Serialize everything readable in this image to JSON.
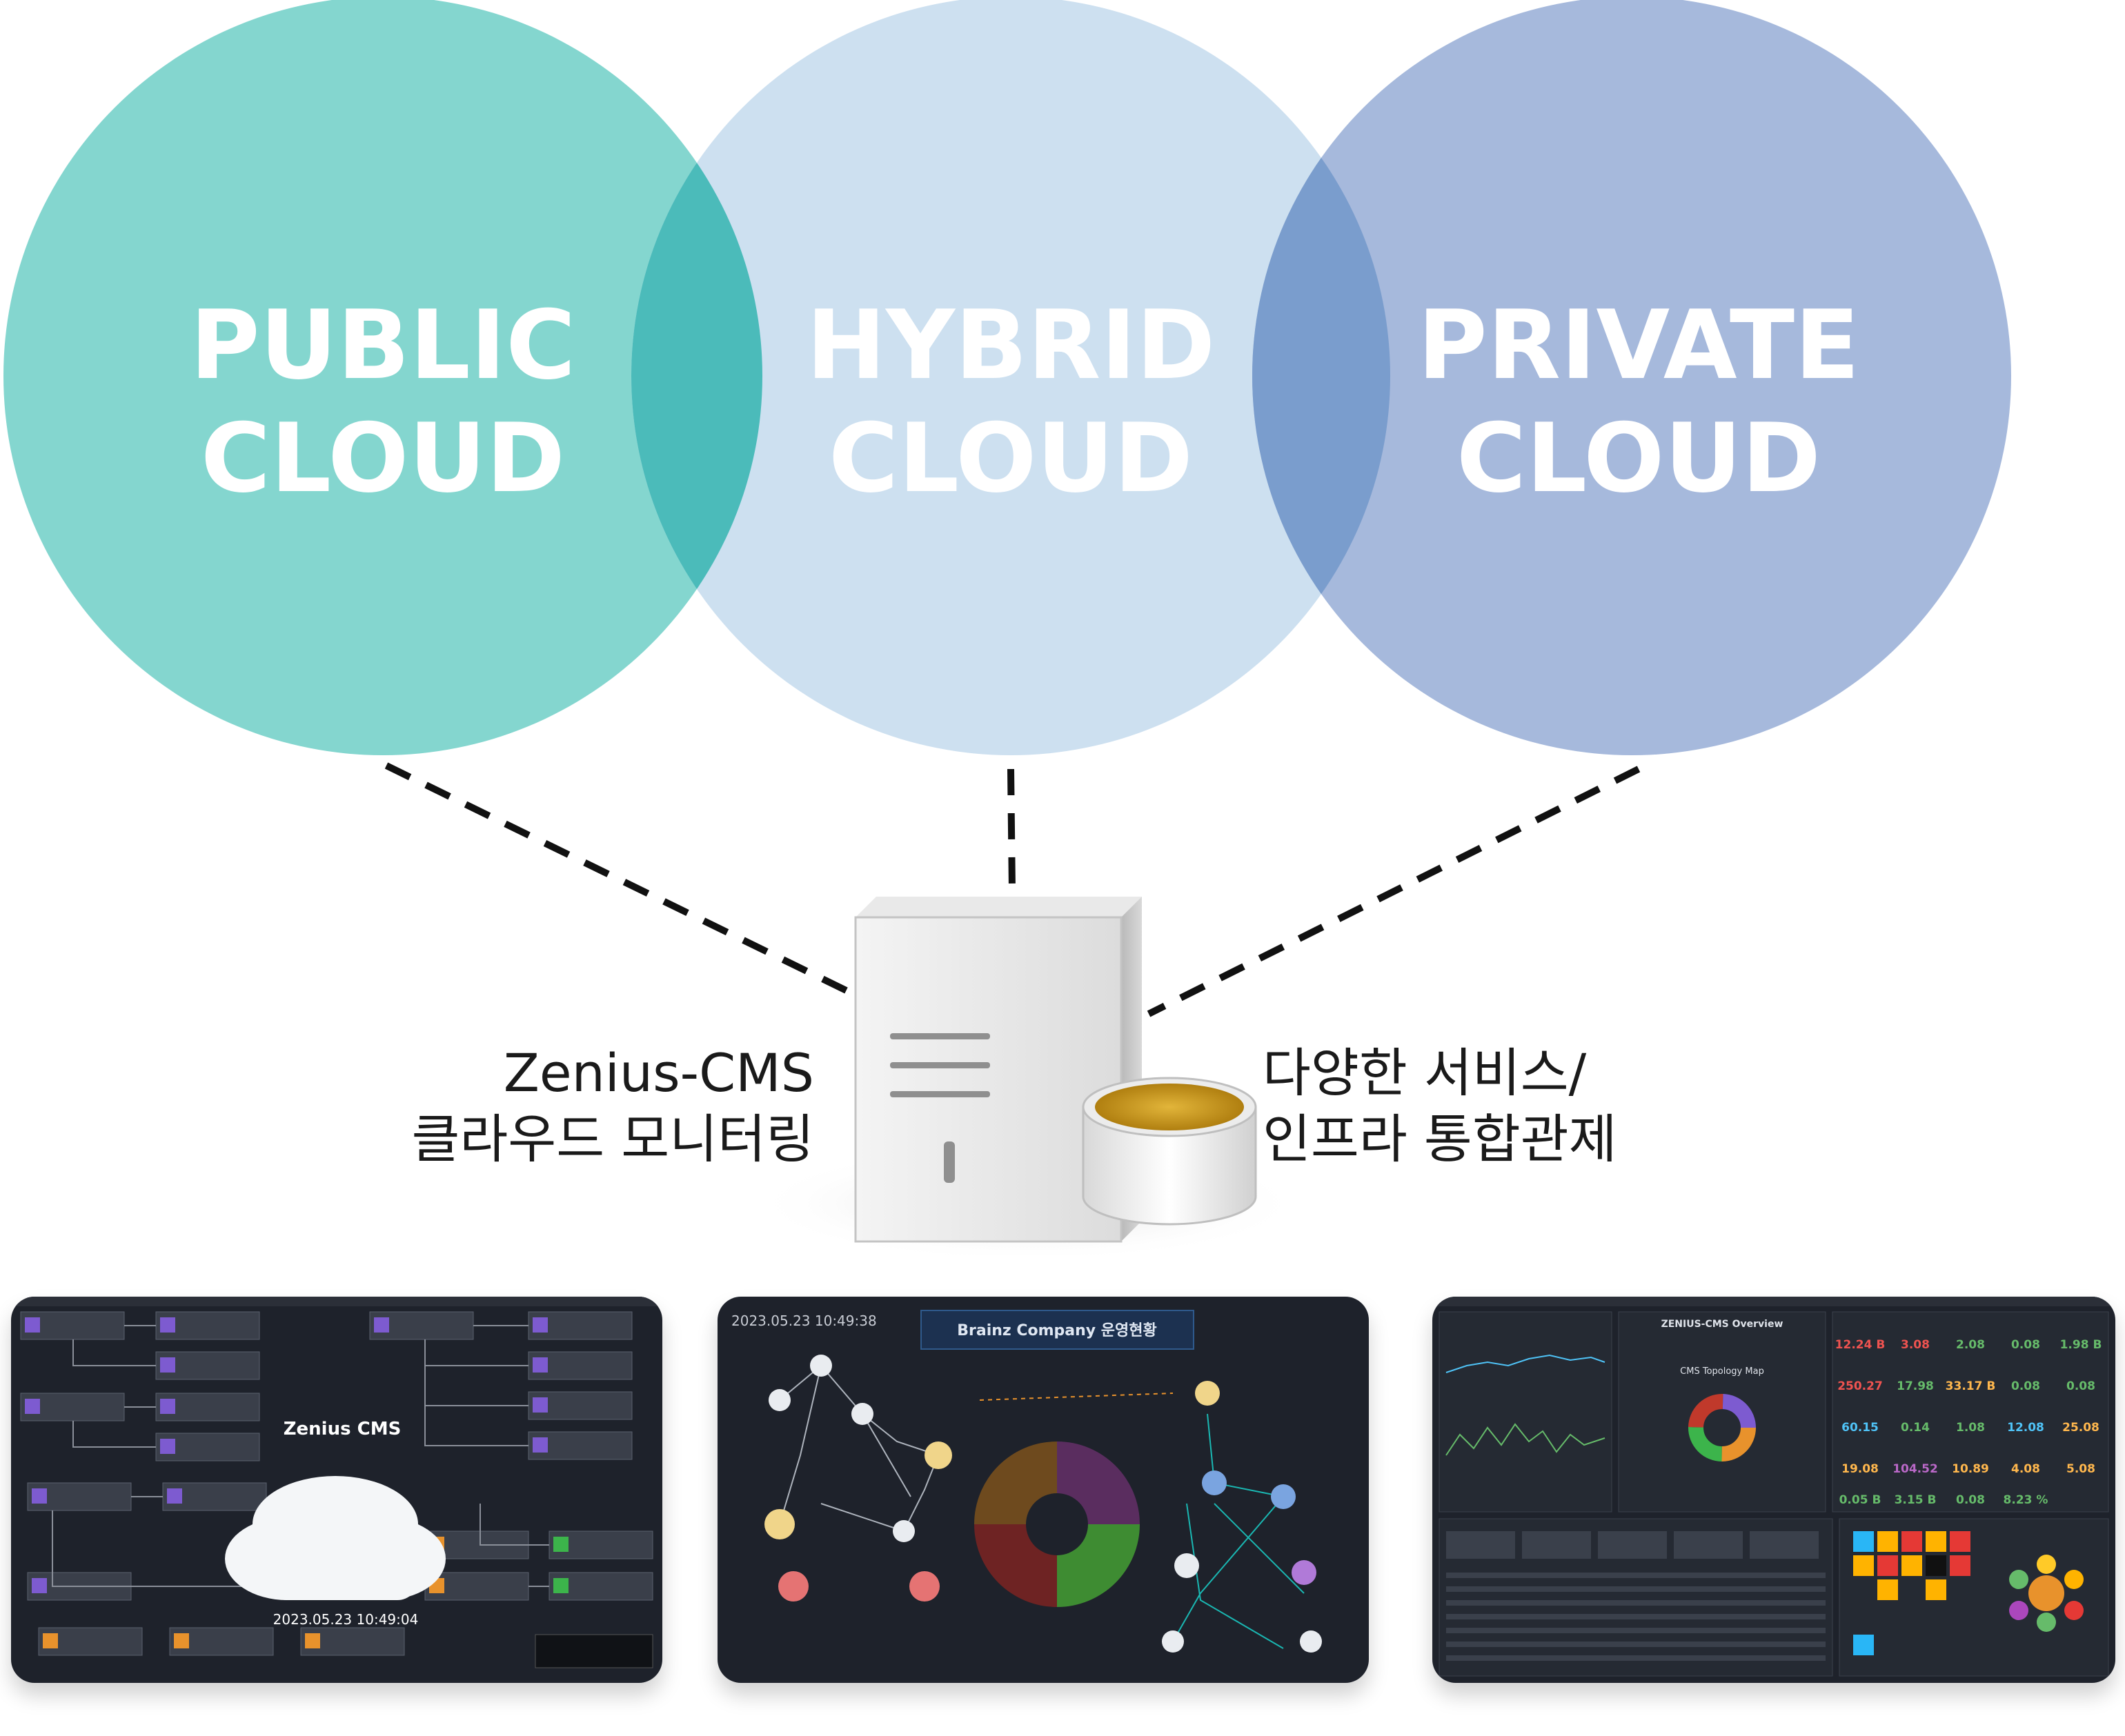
{
  "circles": [
    {
      "line1": "PUBLIC",
      "line2": "CLOUD",
      "color": "#84d6cf"
    },
    {
      "line1": "HYBRID",
      "line2": "CLOUD",
      "color": "#cde0f0"
    },
    {
      "line1": "PRIVATE",
      "line2": "CLOUD",
      "color": "#a6b9dc"
    }
  ],
  "overlap_colors": [
    "#4bbbba",
    "#7a9dcd"
  ],
  "captions": {
    "left": {
      "line1": "Zenius-CMS",
      "line2": "클라우드 모니터링"
    },
    "right": {
      "line1": "다양한 서비스/",
      "line2": "인프라 통합관제"
    }
  },
  "screenshots": {
    "topology": {
      "center_label": "Zenius CMS",
      "timestamp": "2023.05.23 10:49:04"
    },
    "operations": {
      "timestamp": "2023.05.23 10:49:38",
      "title": "Brainz Company 운영현황"
    },
    "overview": {
      "title": "ZENIUS-CMS Overview",
      "map_title": "CMS Topology Map",
      "kpis": [
        [
          "12.24 B",
          "3.08",
          "2.08",
          "0.08",
          "1.98 B"
        ],
        [
          "250.27",
          "17.98",
          "33.17 B",
          "0.08",
          "0.08"
        ],
        [
          "60.15",
          "0.14",
          "1.08",
          "12.08",
          "25.08"
        ],
        [
          "19.08",
          "104.52",
          "10.89",
          "4.08",
          "5.08"
        ],
        [
          "0.05 B",
          "3.15 B",
          "0.08",
          "8.23 %",
          ""
        ]
      ]
    }
  }
}
